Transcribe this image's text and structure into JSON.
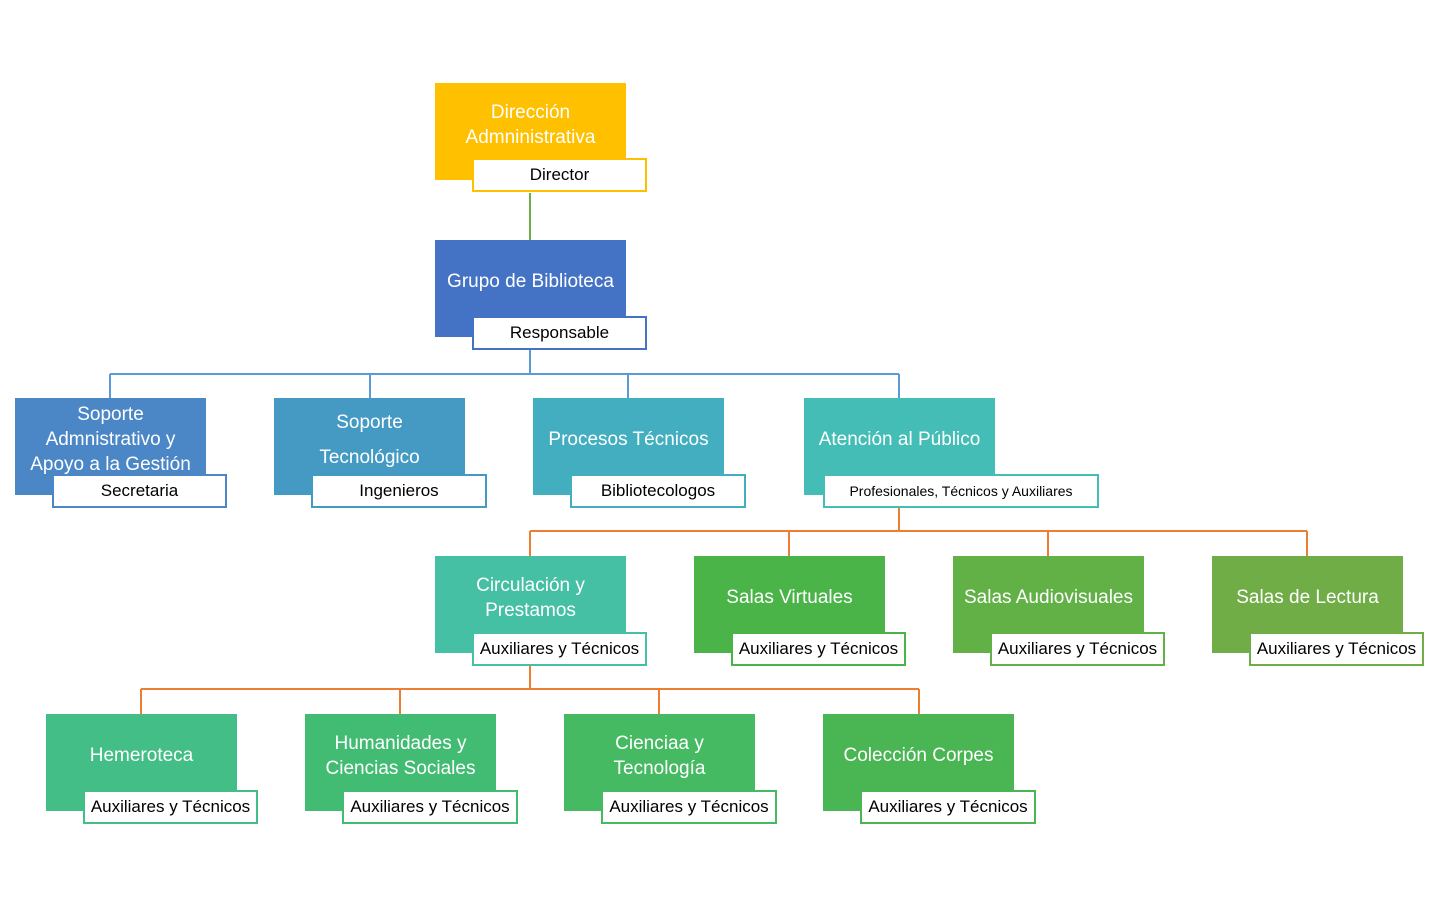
{
  "colors": {
    "orange": "#FFC000",
    "blue_dark": "#4472C4",
    "connector_top": "#70AD47",
    "connector_blue": "#5B9BD5",
    "connector_orange": "#ED7D31"
  },
  "nodes": [
    {
      "id": "direccion",
      "title": "Dirección Admninistrativa",
      "tag": "Director",
      "fill": "#FFC000",
      "border": "#FFC000"
    },
    {
      "id": "grupo",
      "title": "Grupo de Biblioteca",
      "tag": "Responsable",
      "fill": "#4472C4",
      "border": "#4472C4"
    },
    {
      "id": "soporte-admin",
      "title": "Soporte Admnistrativo y Apoyo a la Gestión",
      "tag": "Secretaria",
      "fill": "#4B86C6",
      "border": "#4B86C6"
    },
    {
      "id": "soporte-tec",
      "title": "Soporte Tecnológico",
      "tag": "Ingenieros",
      "fill": "#459AC4",
      "border": "#459AC4"
    },
    {
      "id": "procesos",
      "title": "Procesos Técnicos",
      "tag": "Bibliotecologos",
      "fill": "#43AEBF",
      "border": "#43AEBF"
    },
    {
      "id": "atencion",
      "title": "Atención al Público",
      "tag": "Profesionales, Técnicos y Auxiliares",
      "fill": "#43BDB5",
      "border": "#43BDB5"
    },
    {
      "id": "circulacion",
      "title": "Circulación y Prestamos",
      "tag": "Auxiliares y Técnicos",
      "fill": "#45C0A4",
      "border": "#45C0A4"
    },
    {
      "id": "salas-virtuales",
      "title": "Salas Virtuales",
      "tag": "Auxiliares y Técnicos",
      "fill": "#4BB449",
      "border": "#4BB449"
    },
    {
      "id": "salas-audio",
      "title": "Salas Audiovisuales",
      "tag": "Auxiliares y Técnicos",
      "fill": "#62B146",
      "border": "#62B146"
    },
    {
      "id": "salas-lectura",
      "title": "Salas de Lectura",
      "tag": "Auxiliares y Técnicos",
      "fill": "#70AD47",
      "border": "#70AD47"
    },
    {
      "id": "hemeroteca",
      "title": "Hemeroteca",
      "tag": "Auxiliares y Técnicos",
      "fill": "#43BE86",
      "border": "#43BE86"
    },
    {
      "id": "humanidades",
      "title": "Humanidades y Ciencias Sociales",
      "tag": "Auxiliares y Técnicos",
      "fill": "#43BC73",
      "border": "#43BC73"
    },
    {
      "id": "ciencia",
      "title": "Cienciaa y Tecnología",
      "tag": "Auxiliares y Técnicos",
      "fill": "#46BA62",
      "border": "#46BA62"
    },
    {
      "id": "coleccion",
      "title": "Colección Corpes",
      "tag": "Auxiliares y Técnicos",
      "fill": "#4AB553",
      "border": "#4AB553"
    }
  ]
}
